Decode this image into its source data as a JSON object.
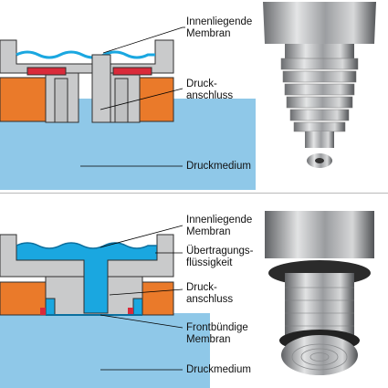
{
  "colors": {
    "medium_blue": "#8fc8e8",
    "fluid_blue": "#1aa7e0",
    "housing_grey": "#c9cacb",
    "outline": "#2f2f2f",
    "port_orange": "#ea7a2a",
    "seal_red": "#d92a3a"
  },
  "top_panel": {
    "label_membrane_line1": "Innenliegende",
    "label_membrane_line2": "Membran",
    "label_port_line1": "Druck-",
    "label_port_line2": "anschluss",
    "label_medium": "Druckmedium"
  },
  "bottom_panel": {
    "label_membrane_line1": "Innenliegende",
    "label_membrane_line2": "Membran",
    "label_fluid_line1": "Übertragungs-",
    "label_fluid_line2": "flüssigkeit",
    "label_port_line1": "Druck-",
    "label_port_line2": "anschluss",
    "label_flush_line1": "Frontbündige",
    "label_flush_line2": "Membran",
    "label_medium": "Druckmedium"
  }
}
